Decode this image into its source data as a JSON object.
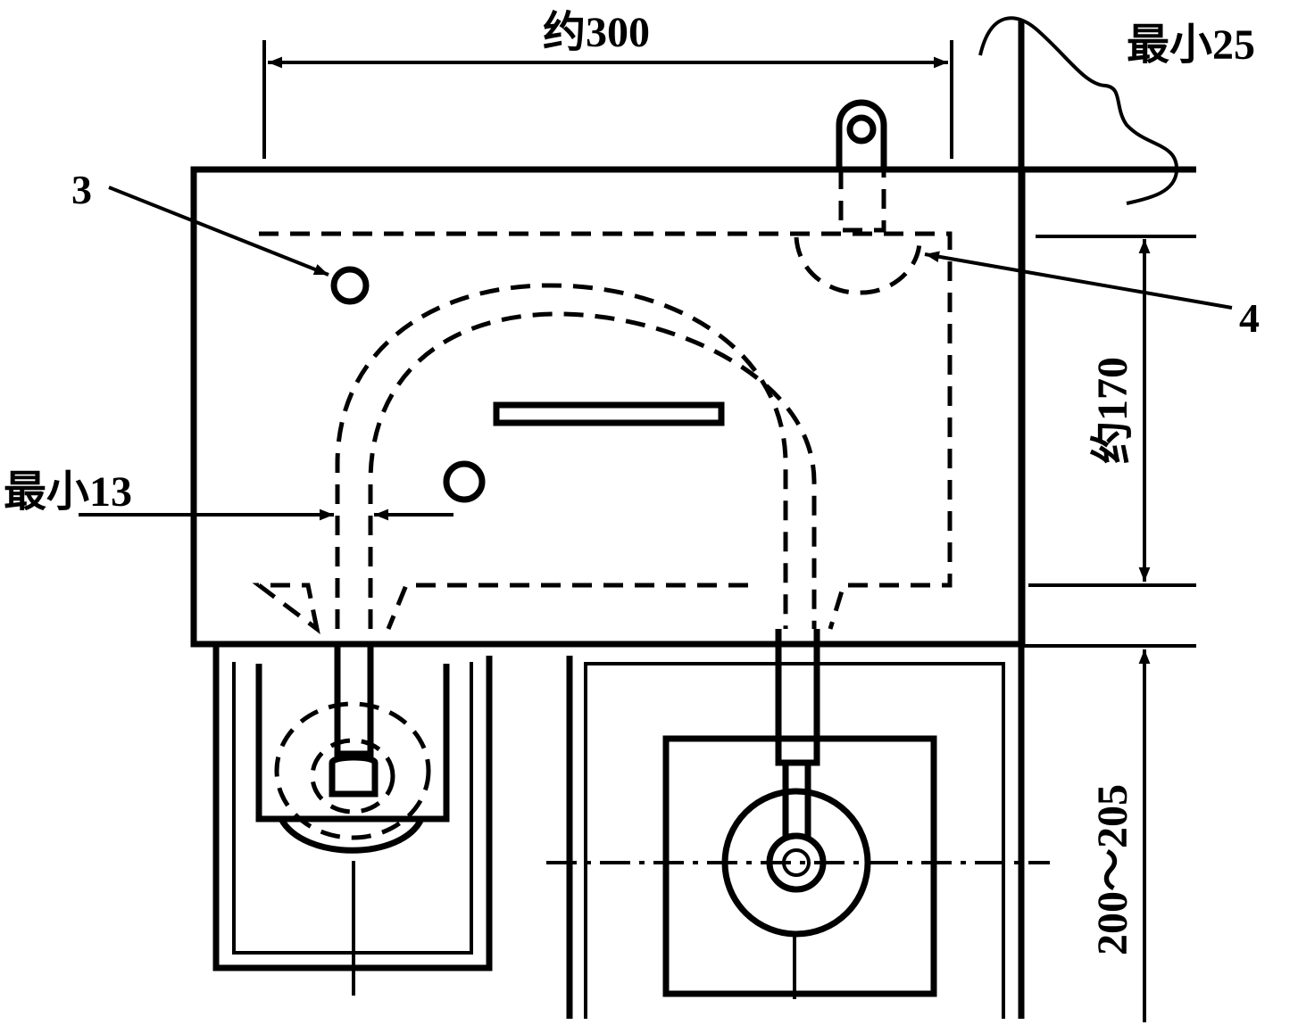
{
  "labels": {
    "dim_width": "约300",
    "dim_min25": "最小25",
    "dim_min13": "最小13",
    "dim_height": "约170",
    "dim_range": "200～205",
    "callout_3": "3",
    "callout_4": "4"
  }
}
